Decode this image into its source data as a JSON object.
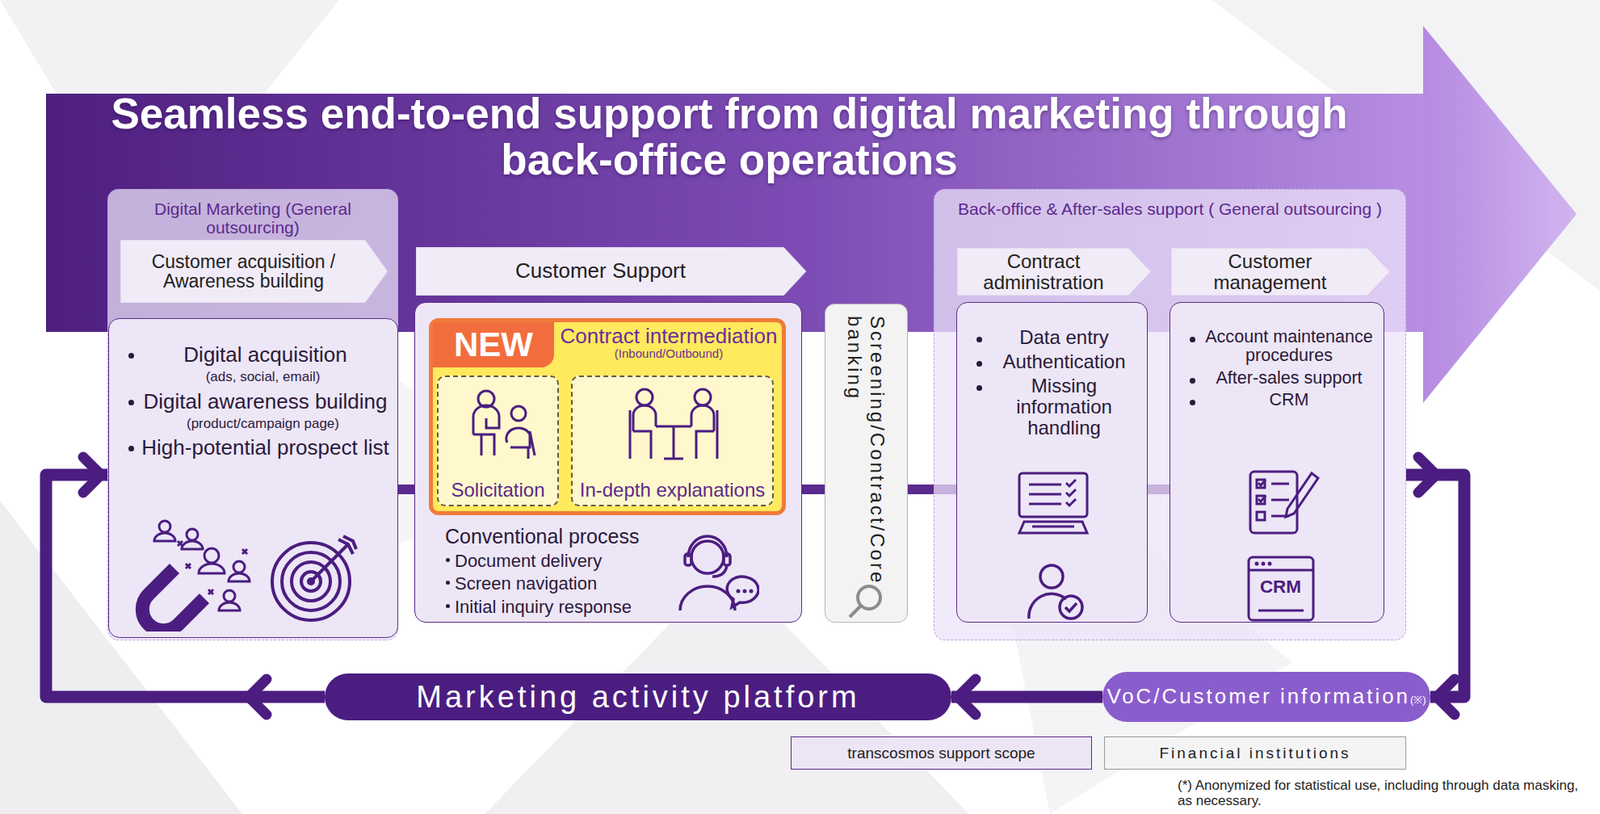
{
  "diagram": {
    "title": "Seamless end-to-end support from digital marketing through back-office operations",
    "nodes": [
      {
        "text": [
          "Digital Marketing (General outsourcing)"
        ]
      },
      {
        "text": [
          "Customer acquisition / Awareness building"
        ],
        "in": 0
      },
      {
        "text": [
          "Digital acquisition",
          "(ads, social, email)",
          "Digital awareness building",
          "(product/campaign page)",
          "High-potential prospect list"
        ],
        "in": 0
      },
      {
        "text": [
          "Customer Support"
        ]
      },
      {
        "text": [
          "Conventional process",
          "Document delivery",
          "Screen navigation",
          "Initial inquiry response"
        ]
      },
      {
        "text": [
          "NEW",
          "Contract intermediation",
          "(Inbound/Outbound)"
        ],
        "in": 4
      },
      {
        "text": [
          "Solicitation"
        ],
        "in": 5
      },
      {
        "text": [
          "In-depth explanations"
        ],
        "in": 5
      },
      {
        "text": [
          "Screening/Contract/Core banking"
        ]
      },
      {
        "text": [
          "Back-office & After-sales support ( General outsourcing )"
        ]
      },
      {
        "text": [
          "Contract administration"
        ],
        "in": 9
      },
      {
        "text": [
          "Data entry",
          "Authentication",
          "Missing information handling"
        ],
        "in": 9
      },
      {
        "text": [
          "Customer management"
        ],
        "in": 9
      },
      {
        "text": [
          "Account maintenance procedures",
          "After-sales support",
          "CRM"
        ],
        "in": 9
      },
      {
        "text": [
          "Marketing activity platform"
        ]
      },
      {
        "text": [
          "VoC/Customer information",
          "(※)"
        ]
      }
    ],
    "edges": [
      {
        "from": 2,
        "to": 4,
        "arrow": "none"
      },
      {
        "from": 4,
        "to": 8,
        "arrow": "none"
      },
      {
        "from": 8,
        "to": 11,
        "arrow": "none"
      },
      {
        "from": 11,
        "to": 13,
        "arrow": "none"
      },
      {
        "from": 9,
        "to": 15,
        "arrow": "to"
      },
      {
        "from": 15,
        "to": 14,
        "arrow": "to"
      },
      {
        "from": 14,
        "to": 0,
        "arrow": "to"
      }
    ],
    "labels": [
      "CRM",
      "(*) Anonymized for statistical use, including through data masking, as necessary."
    ],
    "legend": [
      {
        "text": "transcosmos support scope",
        "color": "#ede5f5"
      },
      {
        "text": "Financial institutions",
        "color": "#f4f4f4"
      }
    ]
  }
}
